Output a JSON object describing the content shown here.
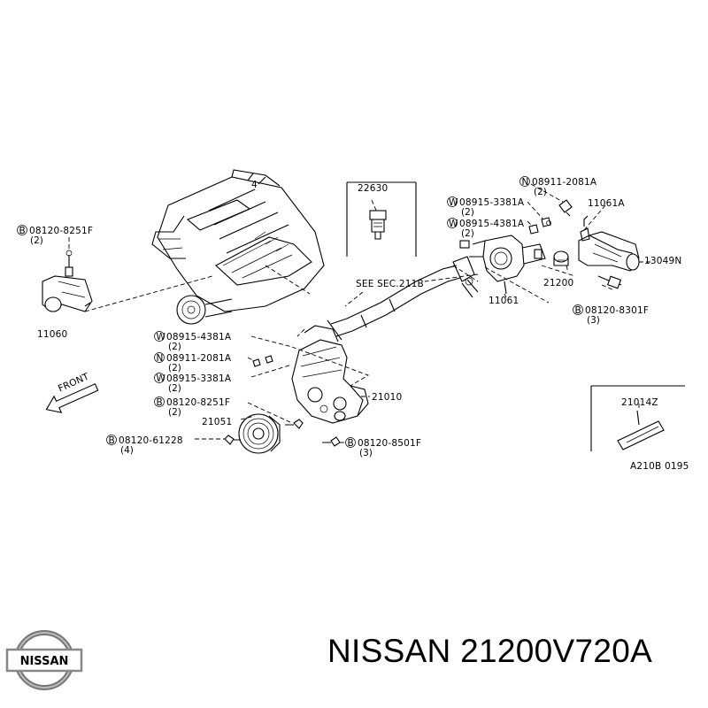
{
  "diagram": {
    "front_label": "FRONT",
    "see_sec": "SEE SEC.211B",
    "figure_code": "A210B 0195",
    "callouts": {
      "c_08120_8251F_tl": {
        "prefix": "B",
        "part": "08120-8251F",
        "qty": "(2)"
      },
      "p_11060": {
        "part": "11060"
      },
      "p_22630": {
        "part": "22630"
      },
      "c_08911_2081A_tr": {
        "prefix": "N",
        "part": "08911-2081A",
        "qty": "(2)"
      },
      "c_08915_3381A_tr": {
        "prefix": "W",
        "part": "08915-3381A",
        "qty": "(2)"
      },
      "c_08915_4381A_tr": {
        "prefix": "W",
        "part": "08915-4381A",
        "qty": "(2)"
      },
      "p_11061A": {
        "part": "11061A"
      },
      "p_13049N": {
        "part": "13049N"
      },
      "p_21200": {
        "part": "21200"
      },
      "p_11061": {
        "part": "11061"
      },
      "c_08120_8301F": {
        "prefix": "B",
        "part": "08120-8301F",
        "qty": "(3)"
      },
      "c_08915_4381A_l": {
        "prefix": "W",
        "part": "08915-4381A",
        "qty": "(2)"
      },
      "c_08911_2081A_l": {
        "prefix": "N",
        "part": "08911-2081A",
        "qty": "(2)"
      },
      "c_08915_3381A_l": {
        "prefix": "W",
        "part": "08915-3381A",
        "qty": "(2)"
      },
      "p_21010": {
        "part": "21010"
      },
      "c_08120_8251F_m": {
        "prefix": "B",
        "part": "08120-8251F",
        "qty": "(2)"
      },
      "p_21051": {
        "part": "21051"
      },
      "c_08120_61228": {
        "prefix": "B",
        "part": "08120-61228",
        "qty": "(4)"
      },
      "c_08120_8501F": {
        "prefix": "B",
        "part": "08120-8501F",
        "qty": "(3)"
      },
      "p_21014Z": {
        "part": "21014Z"
      }
    }
  },
  "brand": {
    "logo_text": "NISSAN"
  },
  "caption": "NISSAN 21200V720A"
}
